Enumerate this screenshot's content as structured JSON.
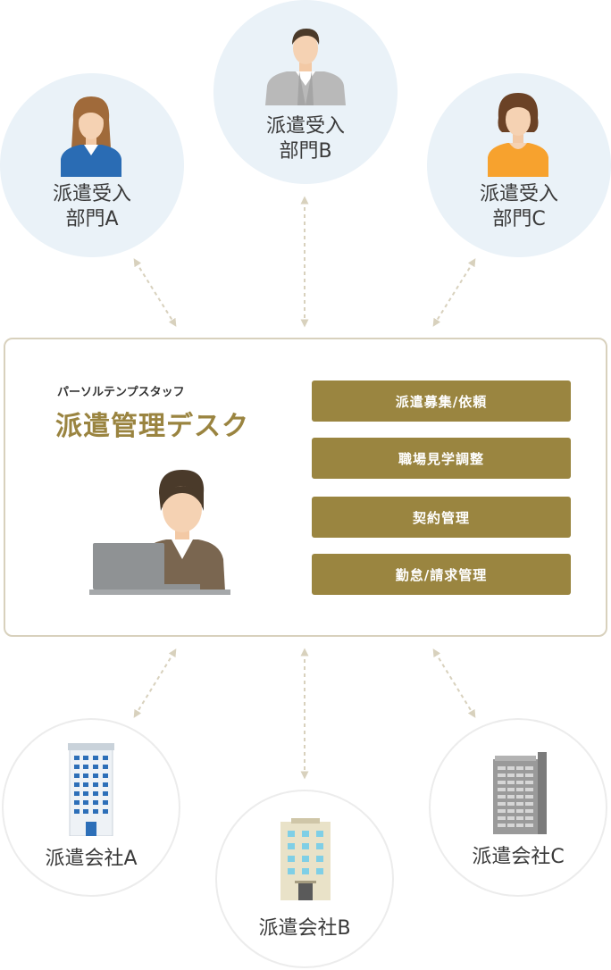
{
  "departments": [
    {
      "id": "a",
      "line1": "派遣受入",
      "line2": "部門A"
    },
    {
      "id": "b",
      "line1": "派遣受入",
      "line2": "部門B"
    },
    {
      "id": "c",
      "line1": "派遣受入",
      "line2": "部門C"
    }
  ],
  "desk": {
    "subtitle": "パーソルテンプスタッフ",
    "title": "派遣管理デスク",
    "services": [
      "派遣募集/依頼",
      "職場見学調整",
      "契約管理",
      "勤怠/請求管理"
    ]
  },
  "companies": [
    {
      "id": "a",
      "label": "派遣会社A"
    },
    {
      "id": "b",
      "label": "派遣会社B"
    },
    {
      "id": "c",
      "label": "派遣会社C"
    }
  ],
  "colors": {
    "accent": "#9a8540",
    "dept_bg": "#eaf2f8",
    "arrow": "#d8d1bd"
  }
}
